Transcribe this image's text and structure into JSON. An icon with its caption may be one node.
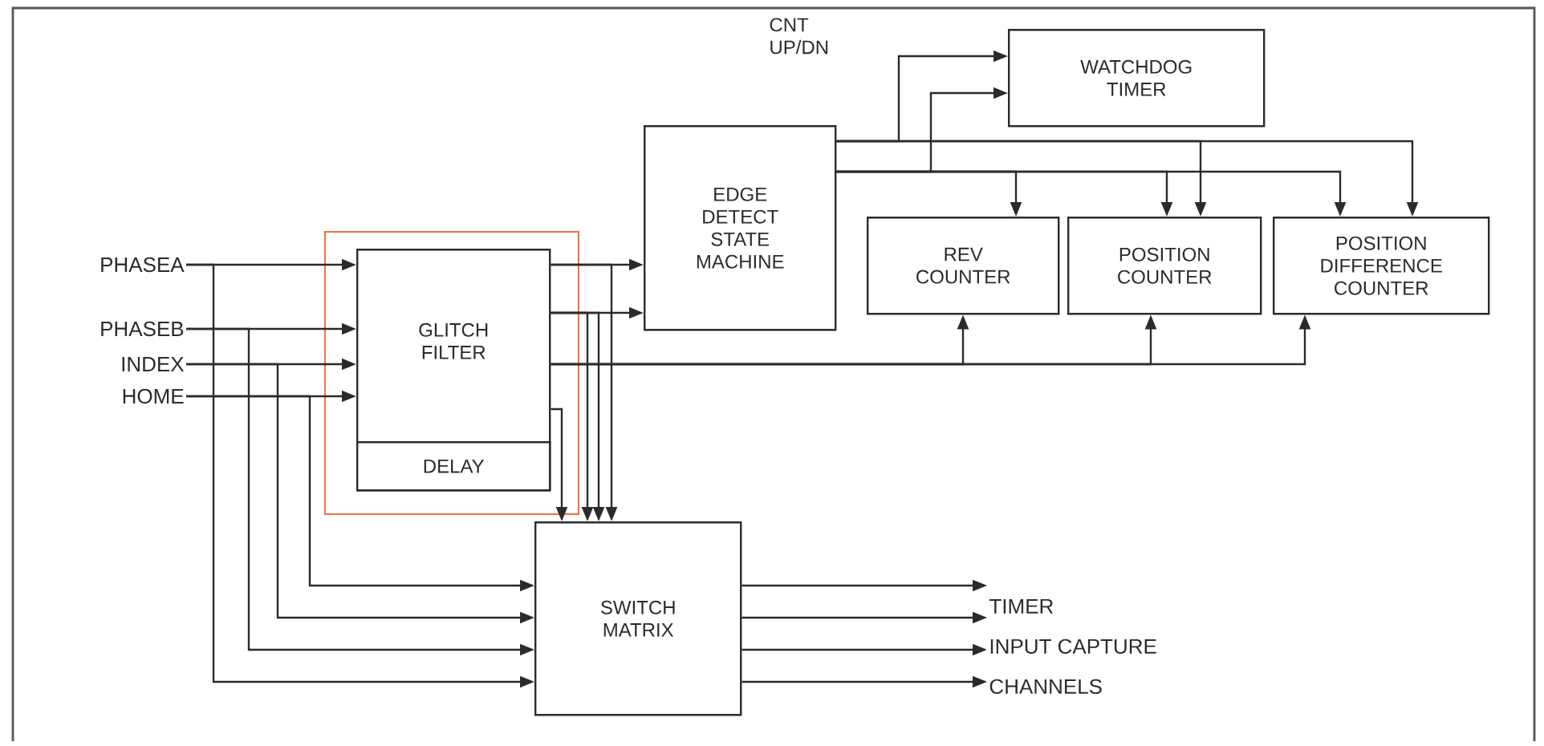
{
  "diagram": {
    "nodes": [
      {
        "text": [
          "PHASEA"
        ]
      },
      {
        "text": [
          "PHASEB"
        ]
      },
      {
        "text": [
          "INDEX"
        ]
      },
      {
        "text": [
          "HOME"
        ]
      },
      {
        "text": [],
        "shape": "box"
      },
      {
        "text": [
          "GLITCH FILTER"
        ],
        "in": 4
      },
      {
        "text": [
          "DELAY"
        ],
        "in": 5
      },
      {
        "text": [
          "EDGE DETECT STATE MACHINE"
        ]
      },
      {
        "text": [
          "WATCHDOG TIMER"
        ]
      },
      {
        "text": [
          "REV COUNTER"
        ]
      },
      {
        "text": [
          "POSITION COUNTER"
        ]
      },
      {
        "text": [
          "POSITION DIFFERENCE COUNTER"
        ]
      },
      {
        "text": [
          "SWITCH MATRIX"
        ]
      },
      {
        "text": [
          "TIMER INPUT CAPTURE CHANNELS"
        ]
      }
    ],
    "edges": [
      {
        "from": 0,
        "to": 5,
        "arrow": "to"
      },
      {
        "from": 1,
        "to": 5,
        "arrow": "to"
      },
      {
        "from": 2,
        "to": 5,
        "arrow": "to"
      },
      {
        "from": 3,
        "to": 5,
        "arrow": "to"
      },
      {
        "from": 0,
        "to": 12,
        "arrow": "to"
      },
      {
        "from": 1,
        "to": 12,
        "arrow": "to"
      },
      {
        "from": 2,
        "to": 12,
        "arrow": "to"
      },
      {
        "from": 3,
        "to": 12,
        "arrow": "to"
      },
      {
        "from": 5,
        "to": 7,
        "arrow": "to"
      },
      {
        "from": 5,
        "to": 7,
        "arrow": "to"
      },
      {
        "from": 5,
        "to": 12,
        "arrow": "to"
      },
      {
        "from": 5,
        "to": 12,
        "arrow": "to"
      },
      {
        "from": 5,
        "to": 12,
        "arrow": "to"
      },
      {
        "from": 5,
        "to": 12,
        "arrow": "to"
      },
      {
        "from": 5,
        "to": 9,
        "arrow": "to"
      },
      {
        "from": 5,
        "to": 10,
        "arrow": "to"
      },
      {
        "from": 5,
        "to": 11,
        "arrow": "to"
      },
      {
        "from": 7,
        "to": 8,
        "arrow": "to"
      },
      {
        "from": 7,
        "to": 8,
        "arrow": "to"
      },
      {
        "from": 7,
        "to": 9,
        "arrow": "to"
      },
      {
        "from": 7,
        "to": 10,
        "arrow": "to"
      },
      {
        "from": 7,
        "to": 10,
        "arrow": "to"
      },
      {
        "from": 7,
        "to": 11,
        "arrow": "to"
      },
      {
        "from": 7,
        "to": 11,
        "arrow": "to"
      },
      {
        "from": 12,
        "to": 13,
        "arrow": "to"
      },
      {
        "from": 12,
        "to": 13,
        "arrow": "to"
      },
      {
        "from": 12,
        "to": 13,
        "arrow": "to"
      },
      {
        "from": 12,
        "to": 13,
        "arrow": "to"
      }
    ],
    "labels": [
      "CNT UP/DN"
    ]
  }
}
